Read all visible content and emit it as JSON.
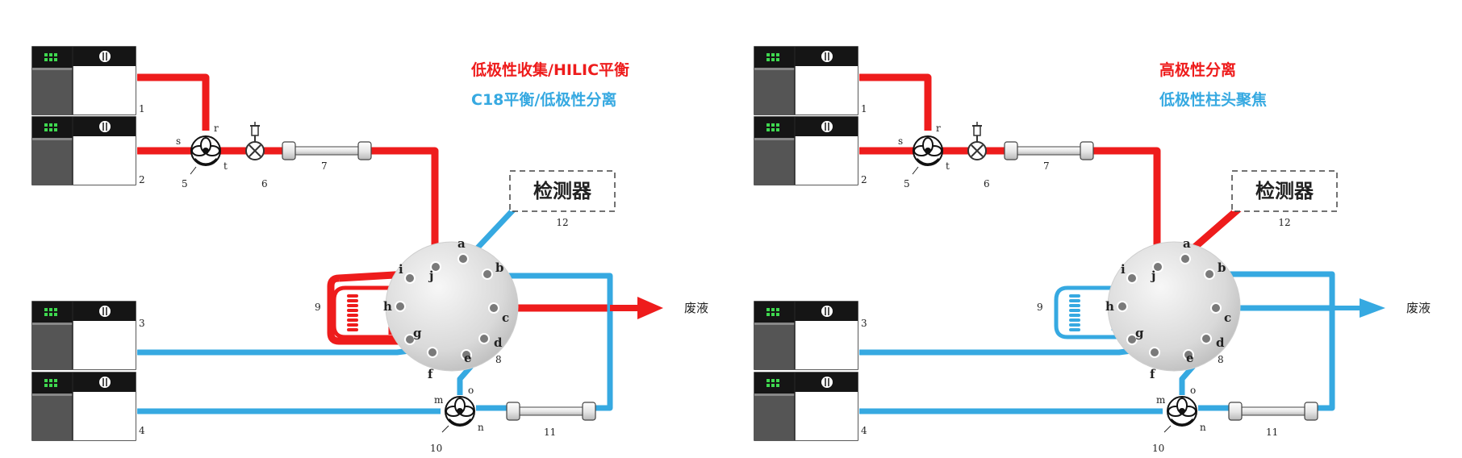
{
  "colors": {
    "red": "#ee1c1c",
    "blue": "#36a9e1",
    "pump_dark": "#555555",
    "pump_top": "#151515",
    "led": "#3fd84f"
  },
  "icons": {
    "pump": "hplc-pump-icon",
    "valve_3way": "three-way-valve-icon",
    "injector": "injector-valve-icon",
    "column": "column-icon",
    "loop": "coil-loop-icon",
    "six_port": "switching-valve-icon",
    "arrow": "arrow-right-icon"
  },
  "left": {
    "legend": {
      "line1": "低极性收集/HILIC平衡",
      "line2": "C18平衡/低极性分离"
    },
    "detector": "检测器",
    "waste": "废液",
    "numbers": {
      "n1": "1",
      "n2": "2",
      "n3": "3",
      "n4": "4",
      "n5": "5",
      "n6": "6",
      "n7": "7",
      "n8": "8",
      "n9": "9",
      "n10": "10",
      "n11": "11",
      "n12": "12"
    },
    "letters": {
      "s": "s",
      "r": "r",
      "t": "t",
      "m": "m",
      "o": "o",
      "n": "n"
    },
    "ports": {
      "a": "a",
      "b": "b",
      "c": "c",
      "d": "d",
      "e": "e",
      "f": "f",
      "g": "g",
      "h": "h",
      "i": "i",
      "j": "j"
    }
  },
  "right": {
    "legend": {
      "line1": "高极性分离",
      "line2": "低极性柱头聚焦"
    },
    "detector": "检测器",
    "waste": "废液",
    "numbers": {
      "n1": "1",
      "n2": "2",
      "n3": "3",
      "n4": "4",
      "n5": "5",
      "n6": "6",
      "n7": "7",
      "n8": "8",
      "n9": "9",
      "n10": "10",
      "n11": "11",
      "n12": "12"
    },
    "letters": {
      "s": "s",
      "r": "r",
      "t": "t",
      "m": "m",
      "o": "o",
      "n": "n"
    },
    "ports": {
      "a": "a",
      "b": "b",
      "c": "c",
      "d": "d",
      "e": "e",
      "f": "f",
      "g": "g",
      "h": "h",
      "i": "i",
      "j": "j"
    }
  }
}
